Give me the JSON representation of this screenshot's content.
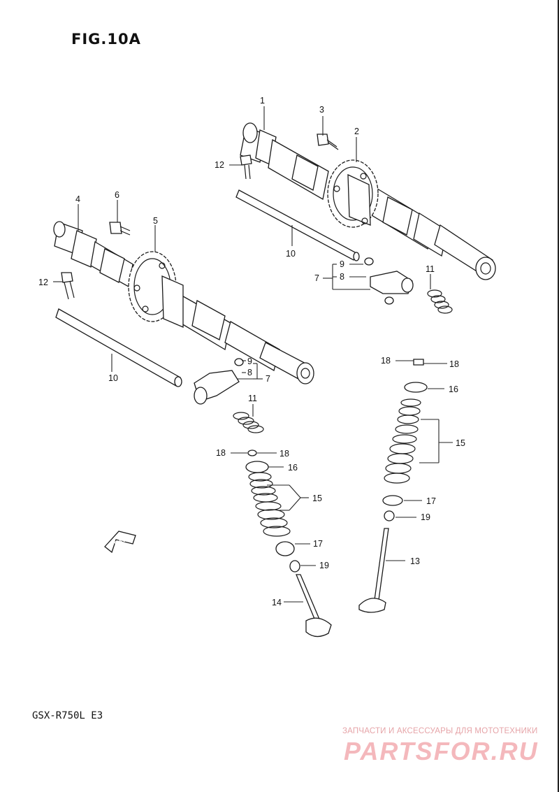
{
  "figure": {
    "title": "FIG.10A"
  },
  "footer": {
    "model": "GSX-R750L E3"
  },
  "watermark": {
    "tagline": "ЗАПЧАСТИ И АКСЕССУАРЫ ДЛЯ МОТОТЕХНИКИ",
    "logo": "PARTSFOR.RU"
  },
  "callouts": {
    "c1": "1",
    "c2": "2",
    "c3": "3",
    "c4": "4",
    "c5": "5",
    "c6": "6",
    "c7a": "7",
    "c7b": "7",
    "c8a": "8",
    "c8b": "8",
    "c9a": "9",
    "c9b": "9",
    "c10a": "10",
    "c10b": "10",
    "c11a": "11",
    "c11b": "11",
    "c12a": "12",
    "c12b": "12",
    "c13": "13",
    "c14": "14",
    "c15a": "15",
    "c15b": "15",
    "c16a": "16",
    "c16b": "16",
    "c17a": "17",
    "c17b": "17",
    "c18a": "18",
    "c18b": "18",
    "c18c": "18",
    "c18d": "18",
    "c19a": "19",
    "c19b": "19"
  },
  "fwd_label": "FWD"
}
